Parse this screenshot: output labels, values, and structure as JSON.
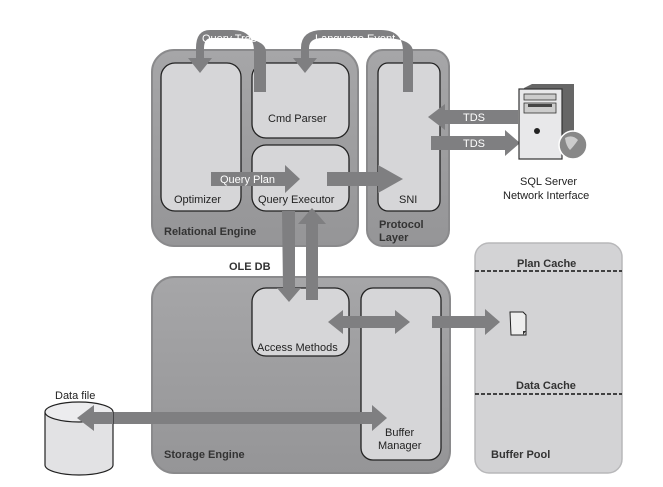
{
  "title": "SQL Server Architecture",
  "relational_engine": {
    "label": "Relational Engine",
    "components": {
      "optimizer": "Optimizer",
      "cmd_parser": "Cmd Parser",
      "query_executor": "Query Executor"
    }
  },
  "protocol_layer": {
    "label_line1": "Protocol",
    "label_line2": "Layer",
    "sni": "SNI"
  },
  "storage_engine": {
    "label": "Storage Engine",
    "access_methods": "Access Methods",
    "buffer_manager_line1": "Buffer",
    "buffer_manager_line2": "Manager"
  },
  "buffer_pool": {
    "label": "Buffer Pool",
    "plan_cache": "Plan Cache",
    "data_cache": "Data Cache"
  },
  "arrows": {
    "query_tree": "Query Tree",
    "language_event": "Language Event",
    "query_plan": "Query Plan",
    "tds_in": "TDS",
    "tds_out": "TDS",
    "ole_db": "OLE DB"
  },
  "network": {
    "line1": "SQL Server",
    "line2": "Network Interface"
  },
  "data_file": "Data file",
  "colors": {
    "outer_box": "#9a9a9c",
    "inner_box": "#d6d6d8",
    "arrow": "#7f7f81",
    "buffer_pool": "#d3d3d5"
  }
}
